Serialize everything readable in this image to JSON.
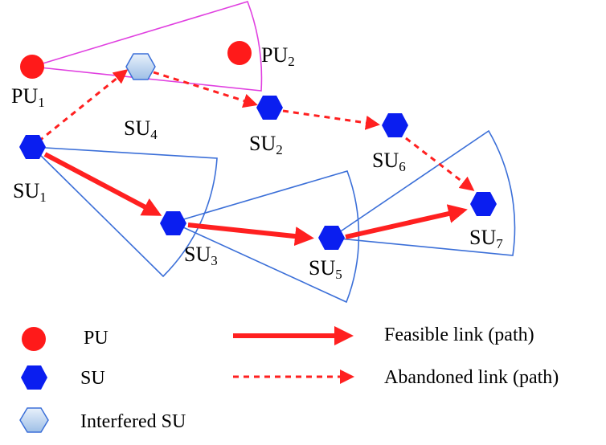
{
  "nodes": {
    "pu1": {
      "base": "PU",
      "sub": "1"
    },
    "pu2": {
      "base": "PU",
      "sub": "2"
    },
    "su1": {
      "base": "SU",
      "sub": "1"
    },
    "su2": {
      "base": "SU",
      "sub": "2"
    },
    "su3": {
      "base": "SU",
      "sub": "3"
    },
    "su4": {
      "base": "SU",
      "sub": "4"
    },
    "su5": {
      "base": "SU",
      "sub": "5"
    },
    "su6": {
      "base": "SU",
      "sub": "6"
    },
    "su7": {
      "base": "SU",
      "sub": "7"
    }
  },
  "legend": {
    "pu": "PU",
    "su": "SU",
    "interfered_su": "Interfered SU",
    "feasible": "Feasible link (path)",
    "abandoned": "Abandoned link (path)"
  },
  "colors": {
    "pu": "#ff1a1a",
    "su": "#0a1ef0",
    "link": "#ff2020",
    "pu_sector": "#e040e0",
    "su_sector": "#3b6fd8",
    "interfered_fill": "#b9d3ee"
  }
}
